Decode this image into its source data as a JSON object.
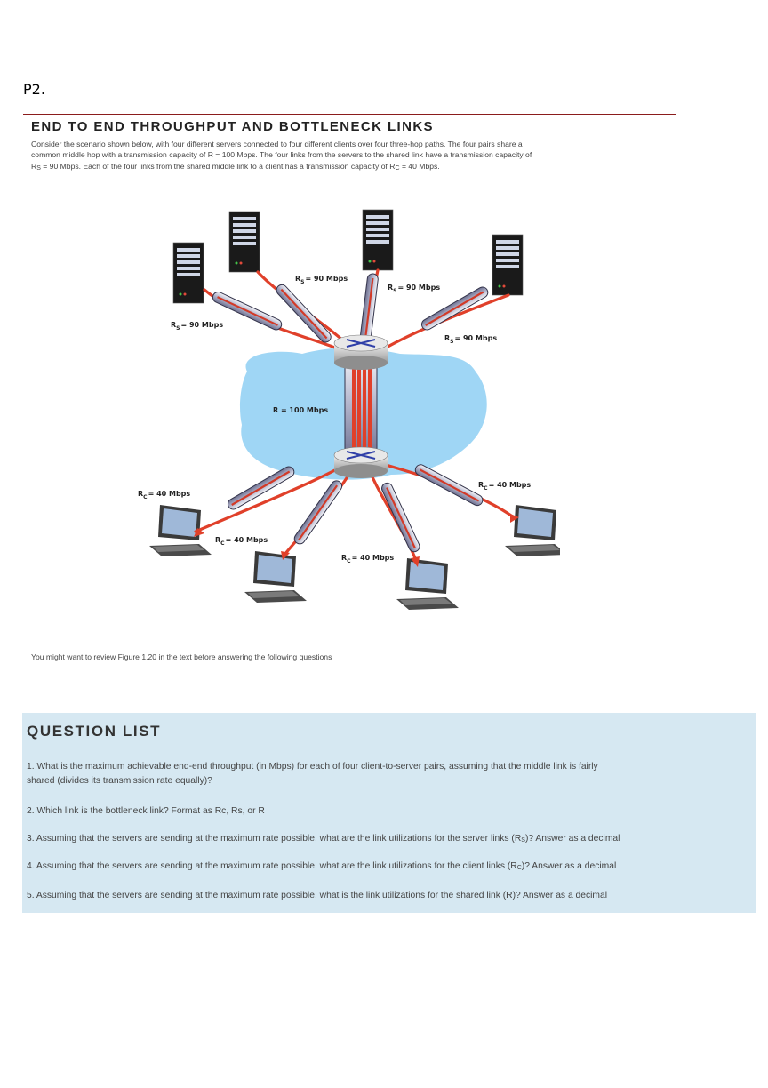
{
  "problem_label": "P2.",
  "section_title": "END TO END THROUGHPUT AND BOTTLENECK LINKS",
  "intro": {
    "line1": "Consider the scenario shown below, with four different servers connected to four different clients over four three-hop paths. The four pairs share a",
    "line2": "common middle hop with a transmission capacity of R = 100 Mbps. The four links from the servers to the shared link have a transmission capacity of",
    "line3_pre": "R",
    "line3_sub": "S",
    "line3_mid": " = 90 Mbps. Each of the four links from the shared middle link to a client has a transmission capacity of R",
    "line3_sub2": "C",
    "line3_post": " = 40 Mbps."
  },
  "diagram_labels": {
    "server_link_left": "= 90 Mbps",
    "server_link_center_left": "= 90 Mbps",
    "server_link_center_right": "= 90 Mbps",
    "server_link_right": "= 90 Mbps",
    "shared_link": "R = 100 Mbps",
    "client_link_left": "= 40 Mbps",
    "client_link_center_left": "= 40 Mbps",
    "client_link_center_right": "= 40 Mbps",
    "client_link_right": "= 40 Mbps",
    "r": "R",
    "s": "S",
    "c": "C"
  },
  "review_note": "You might want to review Figure 1.20 in the text before answering the following questions",
  "question_list_title": "QUESTION LIST",
  "questions": {
    "q1a": "1. What is the maximum achievable end-end throughput (in Mbps) for each of four client-to-server pairs, assuming that the middle link is fairly",
    "q1b": "shared (divides its transmission rate equally)?",
    "q2": "2. Which link is the bottleneck link? Format as Rc, Rs, or R",
    "q3_pre": "3. Assuming that the servers are sending at the maximum rate possible, what are the link utilizations for the server links (R",
    "q3_sub": "S",
    "q3_post": ")? Answer as a decimal",
    "q4_pre": "4. Assuming that the servers are sending at the maximum rate possible, what are the link utilizations for the client links (R",
    "q4_sub": "C",
    "q4_post": ")? Answer as a decimal",
    "q5": "5. Assuming that the servers are sending at the maximum rate possible, what is the link utilizations for the shared link (R)? Answer as a decimal"
  },
  "colors": {
    "accent_rule": "#8b1c1c",
    "panel_bg": "#d6e8f2",
    "cloud": "#9fd6f5",
    "flow": "#e0402a"
  }
}
